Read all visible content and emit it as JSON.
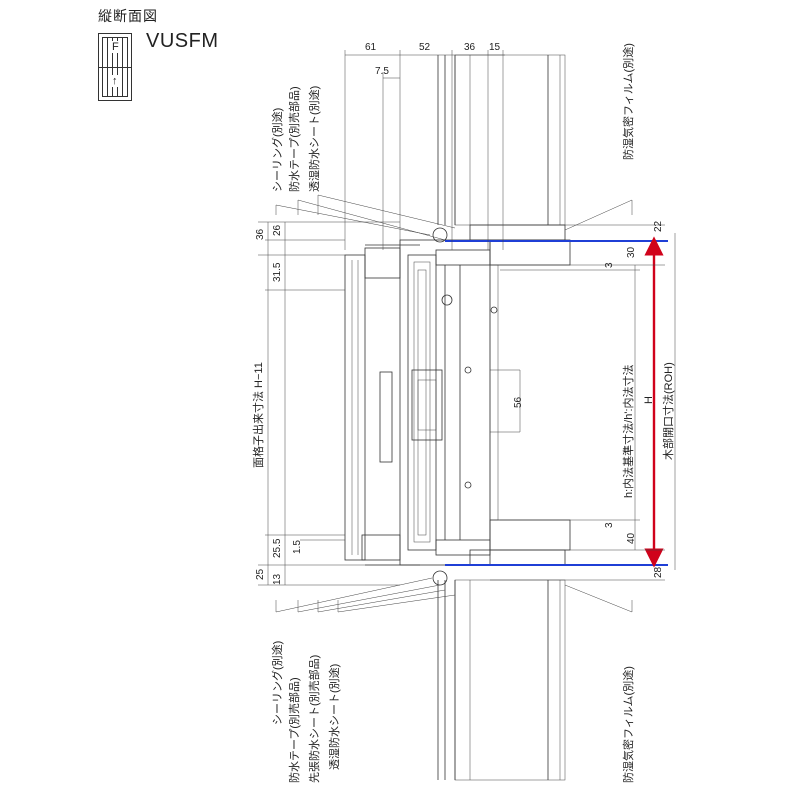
{
  "header": {
    "title": "縦断面図",
    "model": "VUSFM",
    "icon_letter": "F",
    "icon_arrow": "↑"
  },
  "dims_top": {
    "d61": "61",
    "d52": "52",
    "d36": "36",
    "d15": "15",
    "d75": "7.5"
  },
  "dims_left": {
    "d36": "36",
    "d26": "26",
    "d315": "31.5",
    "d255": "25.5",
    "d15": "1.5",
    "d25": "25",
    "d13": "13"
  },
  "dims_right": {
    "d22": "22",
    "d30": "30",
    "d3a": "3",
    "d3b": "3",
    "d40": "40",
    "d28": "28",
    "d56": "56"
  },
  "labels": {
    "upper_sealing": "シーリング(別途)",
    "upper_tape": "防水テープ(別売部品)",
    "upper_sheet": "透湿防水シート(別途)",
    "upper_film": "防湿気密フィルム(別途)",
    "lower_sealing": "シーリング(別途)",
    "lower_tape": "防水テープ(別売部品)",
    "lower_pre": "先張防水シート(別売部品)",
    "lower_sheet": "透湿防水シート(別途)",
    "lower_film": "防湿気密フィルム(別途)",
    "grille": "面格子出来寸法 H−11",
    "inner": "h:内法基準寸法/h':内法寸法",
    "h": "H",
    "rough": "木部開口寸法(ROH)"
  },
  "colors": {
    "opening": "#d0021b",
    "frame_line": "#1f3fd6",
    "line": "#333333"
  }
}
